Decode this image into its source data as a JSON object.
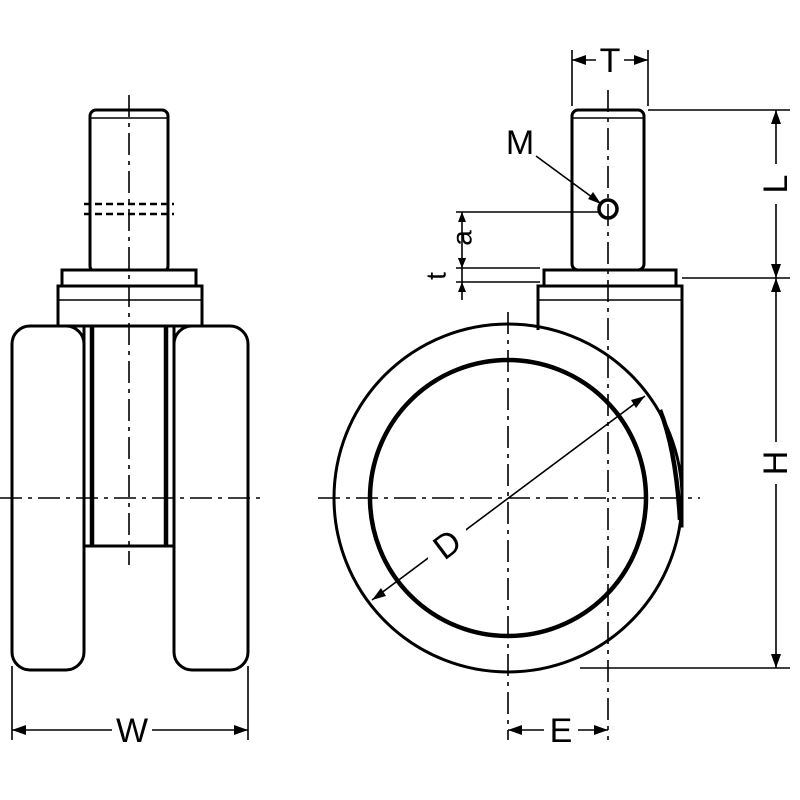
{
  "labels": {
    "W": "W",
    "D": "D",
    "E": "E",
    "H": "H",
    "L": "L",
    "T": "T",
    "M": "M",
    "a": "a",
    "t": "t"
  }
}
